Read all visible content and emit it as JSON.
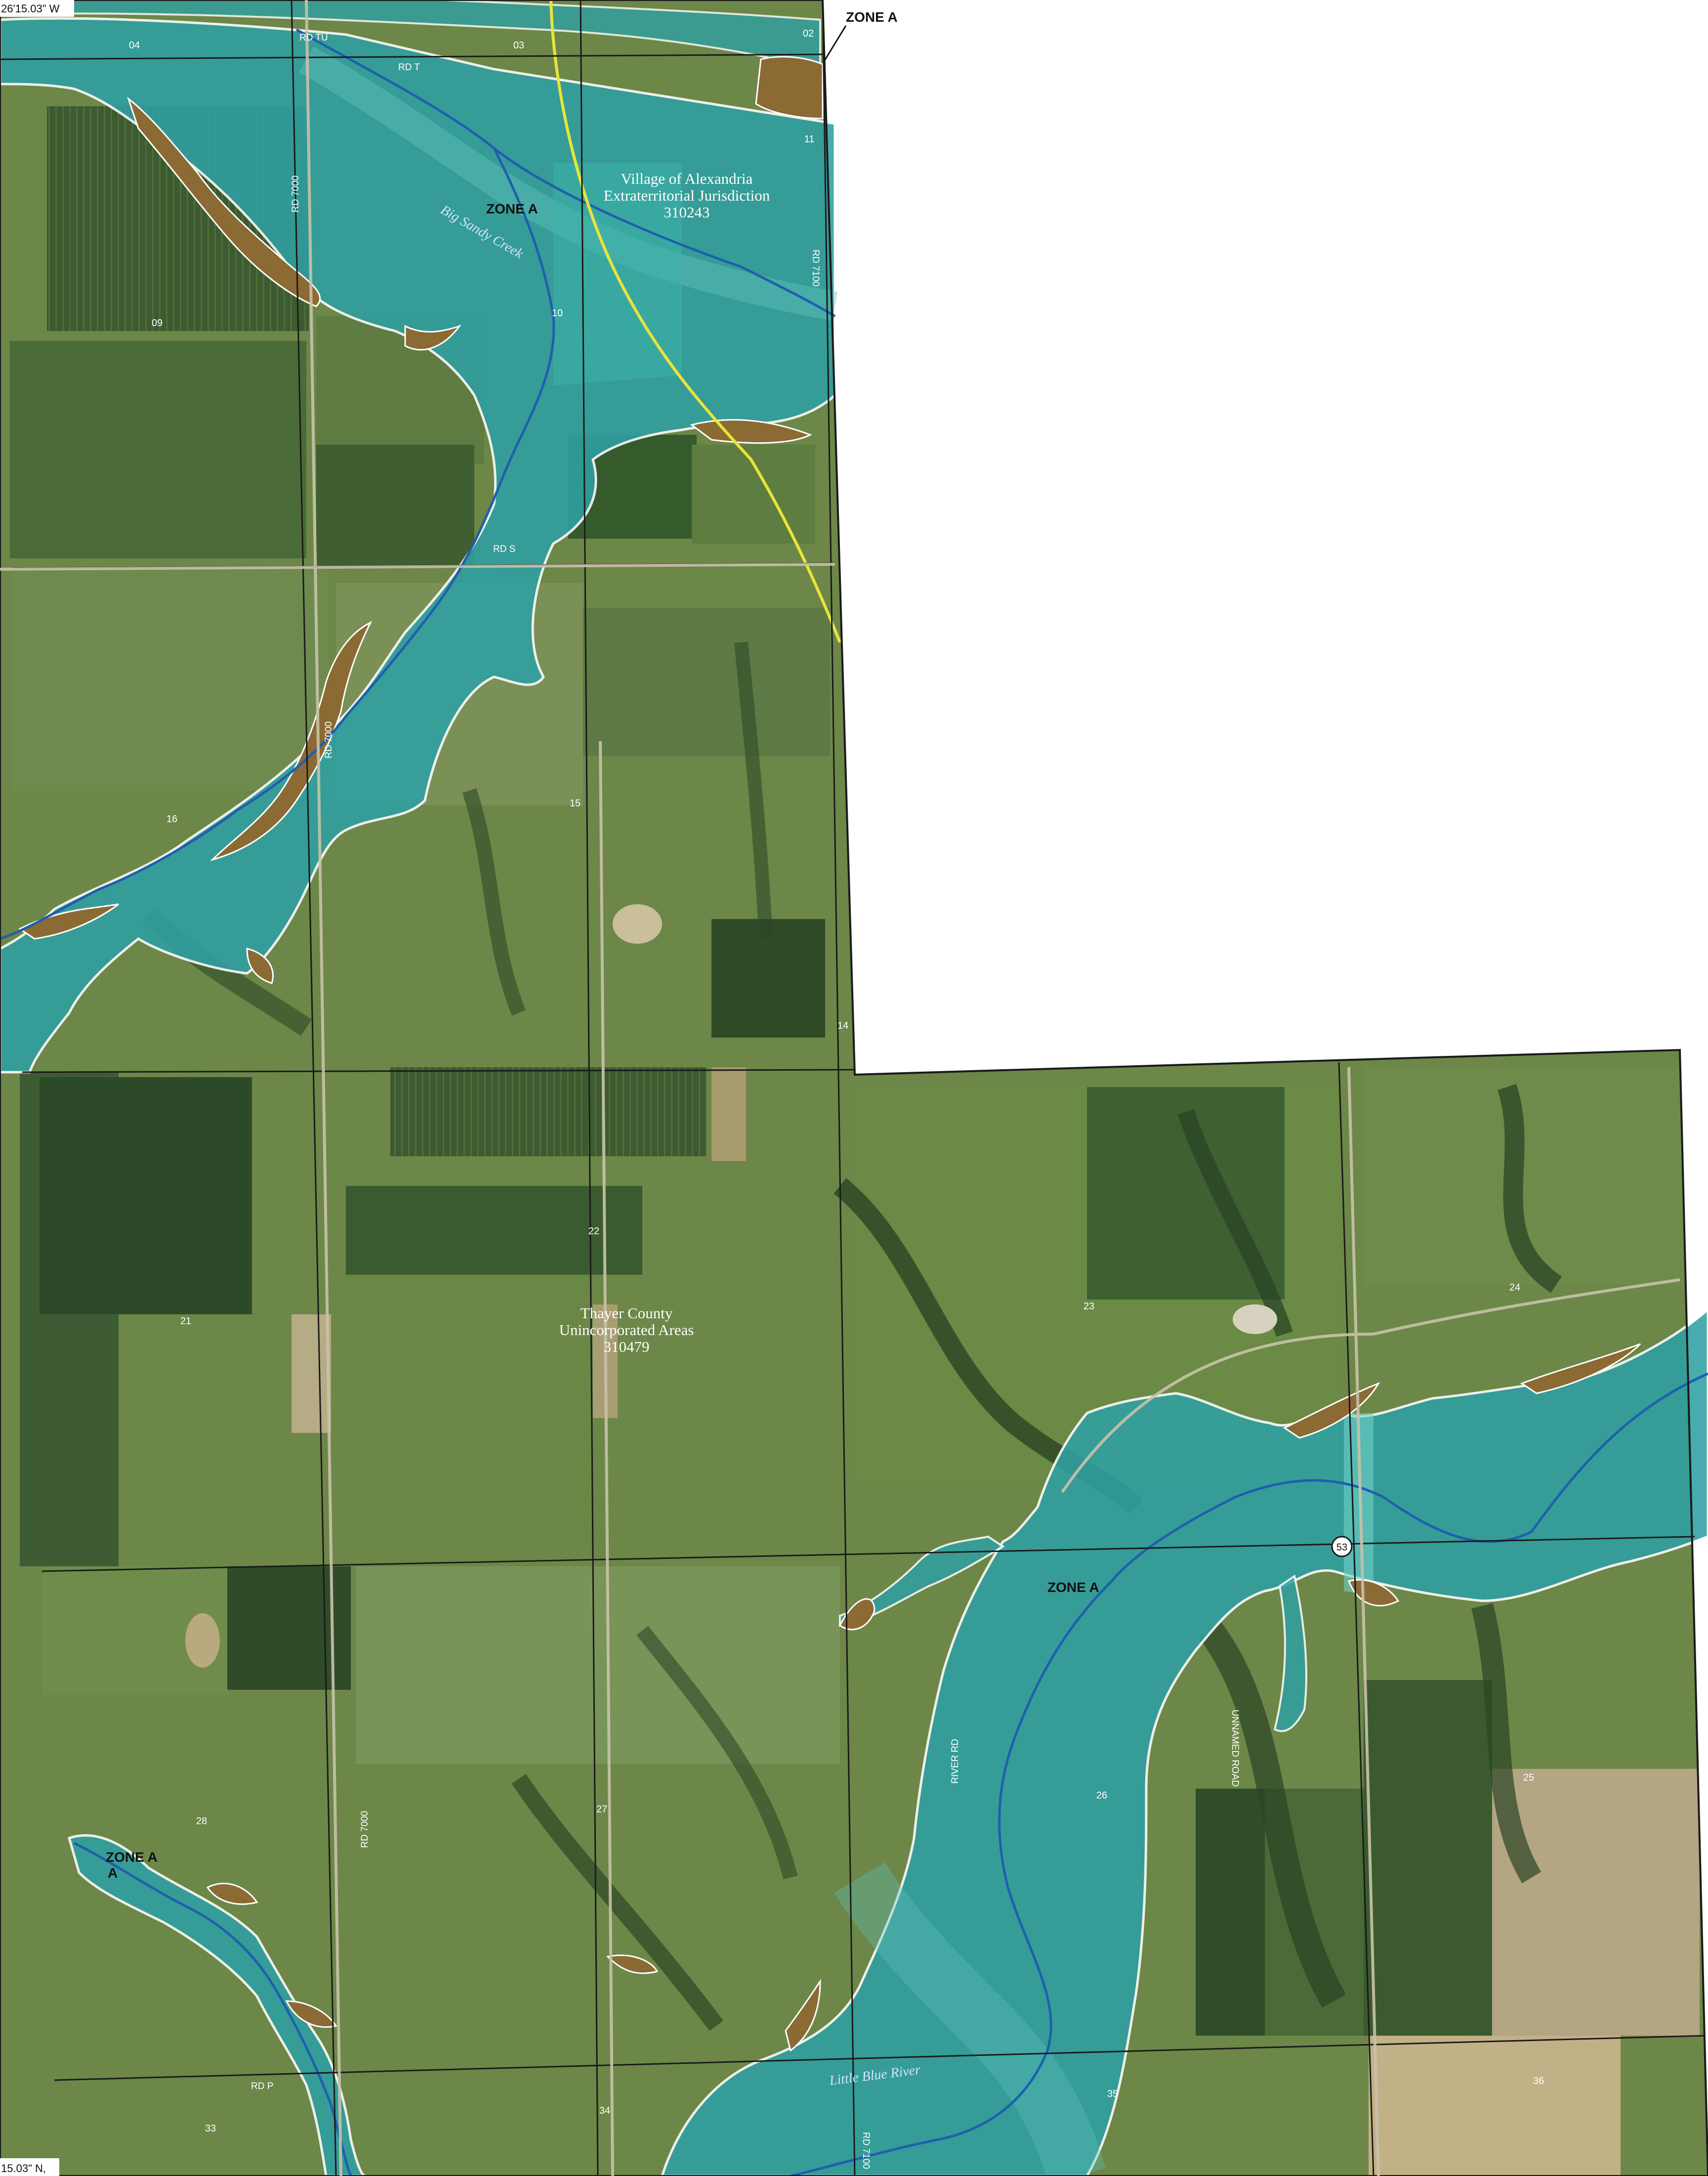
{
  "corner_labels": {
    "top_left": "26'15.03\" W",
    "bottom_left": "15.03\" N,"
  },
  "zone_labels": [
    "ZONE A",
    "ZONE A",
    "ZONE A",
    "ZONE A"
  ],
  "jurisdictions": [
    {
      "lines": [
        "Village of Alexandria",
        "Extraterritorial Jurisdiction",
        "310243"
      ]
    },
    {
      "lines": [
        "Thayer County",
        "Unincorporated Areas",
        "310479"
      ]
    }
  ],
  "streams": [
    "Big Sandy Creek",
    "Little Blue River"
  ],
  "roads": [
    "RD TU",
    "RD T",
    "RD S",
    "RD P",
    "RD 7100",
    "RD 7000",
    "RD 7000",
    "RD 7000",
    "RD 7100",
    "RIVER RD",
    "UNNAMED ROAD"
  ],
  "highway_shield": "53",
  "sections": [
    "04",
    "03",
    "02",
    "09",
    "10",
    "11",
    "16",
    "15",
    "14",
    "21",
    "22",
    "23",
    "24",
    "28",
    "27",
    "26",
    "25",
    "33",
    "34",
    "35",
    "36"
  ],
  "colors": {
    "floodplain": "#2fa0a3",
    "floodplain_edge": "#ffffff",
    "levee_soil": "#8b6a34",
    "cropland": "#4b6a3a",
    "pasture": "#6f8a4c",
    "boundary_line": "#1a1a1a",
    "jurisdiction_line": "#e8e43a",
    "stream_line": "#1f5fae"
  }
}
